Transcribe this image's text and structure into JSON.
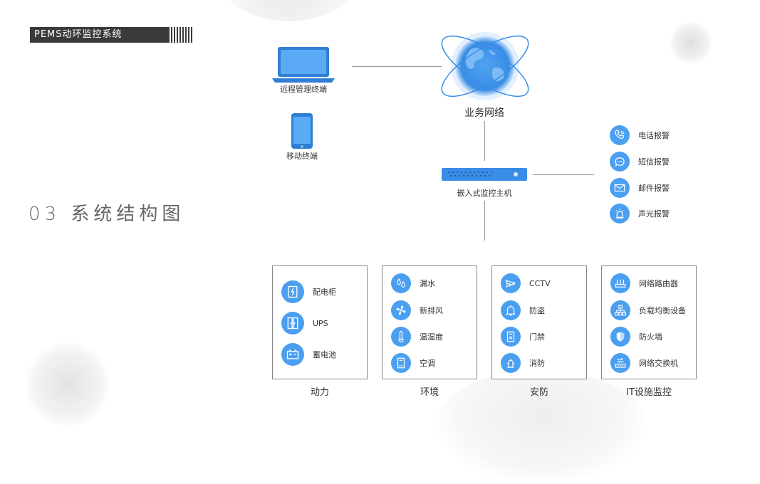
{
  "header": {
    "title": "PEMS动环监控系统"
  },
  "section": {
    "title": "03 系统结构图"
  },
  "nodes": {
    "remote_terminal": "远程管理终端",
    "mobile_terminal": "移动终端",
    "business_network": "业务网络",
    "embedded_host": "嵌入式监控主机"
  },
  "alarms": [
    "电话报警",
    "短信报警",
    "邮件报警",
    "声光报警"
  ],
  "groups": [
    {
      "title": "动力",
      "items": [
        "配电柜",
        "UPS",
        "蓄电池"
      ]
    },
    {
      "title": "环境",
      "items": [
        "漏水",
        "新排风",
        "温湿度",
        "空调"
      ]
    },
    {
      "title": "安防",
      "items": [
        "CCTV",
        "防盗",
        "门禁",
        "消防"
      ]
    },
    {
      "title": "IT设施监控",
      "items": [
        "网络路由器",
        "负载均衡设备",
        "防火墙",
        "网络交换机"
      ]
    }
  ],
  "colors": {
    "accent": "#4a9ff0",
    "globe": "#3d8fe6",
    "dark_bar": "#3a3a3a"
  }
}
